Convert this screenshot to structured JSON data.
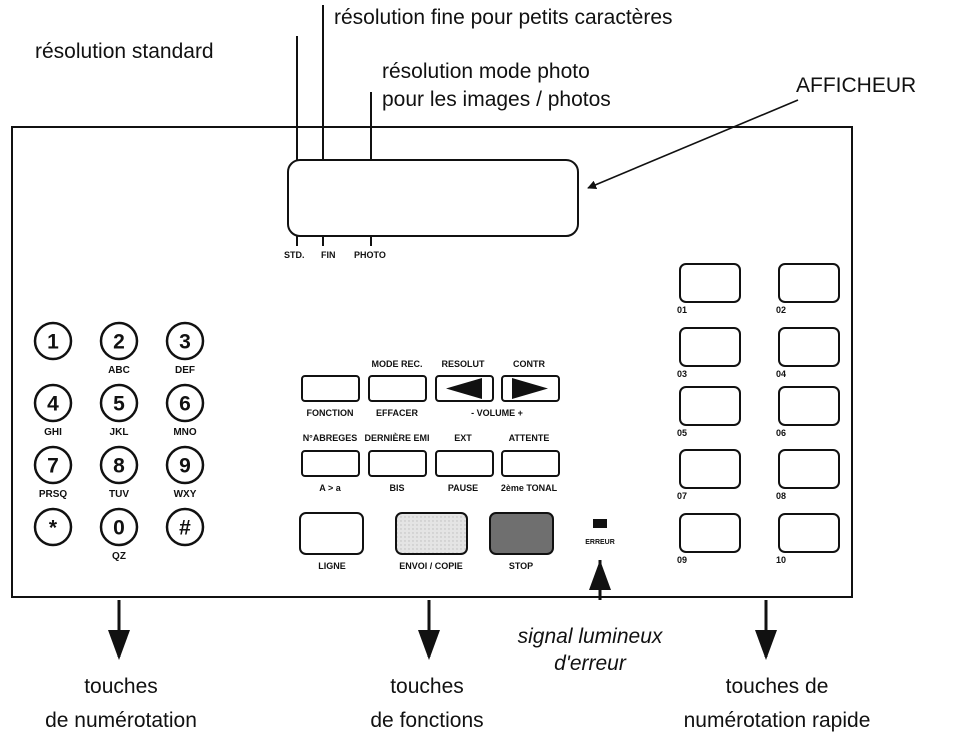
{
  "callouts": {
    "standard": "résolution standard",
    "fine": "résolution fine pour petits caractères",
    "photo_line1": "résolution mode photo",
    "photo_line2": "pour les images / photos",
    "display": "AFFICHEUR"
  },
  "resolution_labels": [
    "STD.",
    "FIN",
    "PHOTO"
  ],
  "keypad": [
    {
      "digit": "1",
      "letters": ""
    },
    {
      "digit": "2",
      "letters": "ABC"
    },
    {
      "digit": "3",
      "letters": "DEF"
    },
    {
      "digit": "4",
      "letters": "GHI"
    },
    {
      "digit": "5",
      "letters": "JKL"
    },
    {
      "digit": "6",
      "letters": "MNO"
    },
    {
      "digit": "7",
      "letters": "PRSQ"
    },
    {
      "digit": "8",
      "letters": "TUV"
    },
    {
      "digit": "9",
      "letters": "WXY"
    },
    {
      "digit": "*",
      "letters": ""
    },
    {
      "digit": "0",
      "letters": "QZ"
    },
    {
      "digit": "#",
      "letters": ""
    }
  ],
  "function_row1": {
    "top": [
      "",
      "MODE REC.",
      "RESOLUT",
      "CONTR"
    ],
    "bottom": [
      "FONCTION",
      "EFFACER"
    ],
    "volume": "- VOLUME +"
  },
  "function_row2": {
    "top": [
      "N°ABREGES",
      "DERNIÈRE EMI",
      "EXT",
      "ATTENTE"
    ],
    "bottom": [
      "A > a",
      "BIS",
      "PAUSE",
      "2ème TONAL"
    ]
  },
  "big_buttons": [
    "LIGNE",
    "ENVOI / COPIE",
    "STOP"
  ],
  "error_led_label": "ERREUR",
  "speed_dial": [
    "01",
    "02",
    "03",
    "04",
    "05",
    "06",
    "07",
    "08",
    "09",
    "10"
  ],
  "bottom_captions": {
    "numbering": [
      "touches",
      "de numérotation"
    ],
    "functions": [
      "touches",
      "de fonctions"
    ],
    "error_signal": [
      "signal lumineux",
      "d'erreur"
    ],
    "speed": [
      "touches de",
      "numérotation rapide"
    ]
  }
}
